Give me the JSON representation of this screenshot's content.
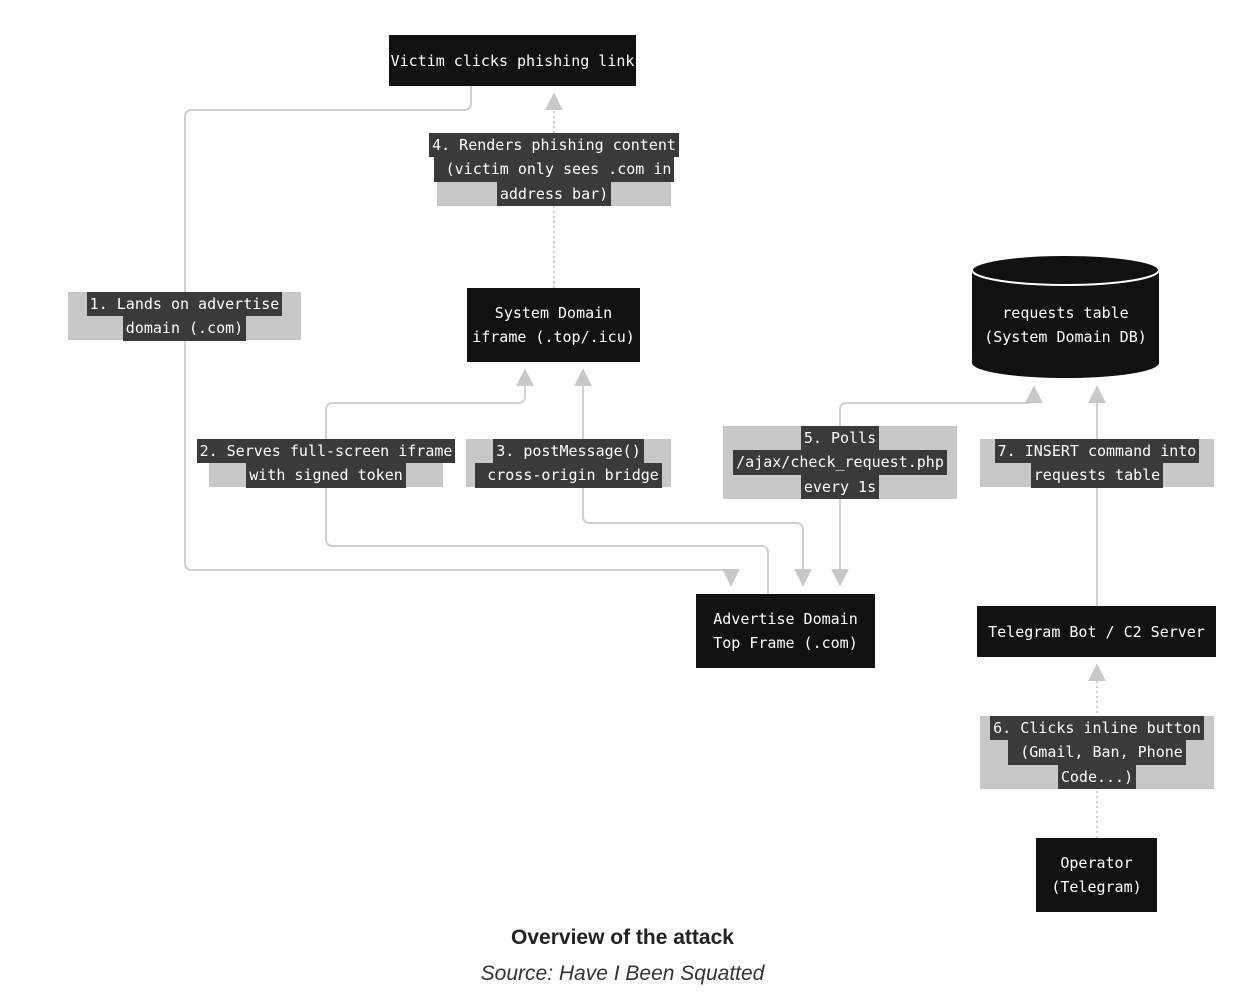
{
  "nodes": {
    "victim": "Victim clicks phishing link",
    "system_iframe": [
      "System Domain",
      "iframe (.top/.icu)"
    ],
    "requests_db": [
      "requests table",
      "(System Domain DB)"
    ],
    "advertise_frame": [
      "Advertise Domain",
      "Top Frame (.com)"
    ],
    "telegram_bot": "Telegram Bot / C2 Server",
    "operator": [
      "Operator",
      "(Telegram)"
    ]
  },
  "edges": {
    "e1": [
      "1. Lands on advertise",
      "domain (.com)"
    ],
    "e2": [
      "2. Serves full-screen iframe",
      "with signed token"
    ],
    "e3": [
      "3. postMessage()",
      " cross-origin bridge"
    ],
    "e4": [
      "4. Renders phishing content",
      " (victim only sees .com in",
      "address bar)"
    ],
    "e5": [
      "5. Polls",
      "/ajax/check_request.php",
      "every 1s"
    ],
    "e6": [
      "6. Clicks inline button",
      " (Gmail, Ban, Phone",
      "Code...)"
    ],
    "e7": [
      "7. INSERT command into",
      "requests table"
    ]
  },
  "caption": "Overview of the attack",
  "source": "Source: Have I Been Squatted",
  "colors": {
    "node_fill": "#111111",
    "edge_line": "#c8c8c8",
    "label_box": "#c8c8c8",
    "label_text_bg": "#3a3a3a"
  }
}
